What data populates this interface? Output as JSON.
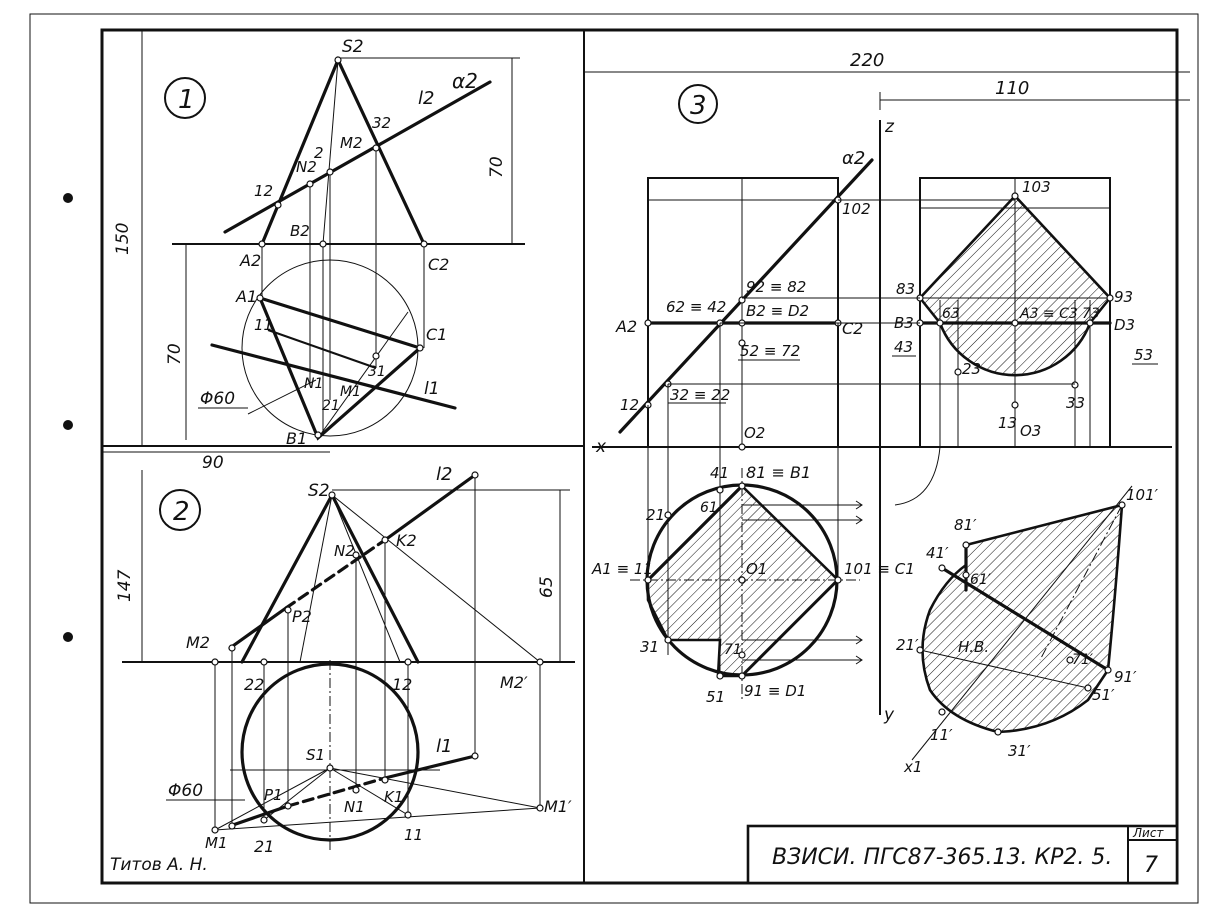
{
  "panels": {
    "p1": {
      "number": "1",
      "dim_150": "150",
      "dim_70_top": "70",
      "dim_70_left": "70",
      "diam": "Φ60",
      "dim_90": "90",
      "S2": "S2",
      "l2": "l2",
      "alpha2": "α2",
      "N2": "N2",
      "2": "2",
      "M2": "M2",
      "32": "32",
      "12": "12",
      "B2": "B2",
      "A2": "A2",
      "C2": "C2",
      "A1": "A1",
      "11": "11",
      "C1": "C1",
      "l1": "l1",
      "N1": "N1",
      "M1": "M1",
      "21": "21",
      "31": "31",
      "B1": "B1"
    },
    "p2": {
      "number": "2",
      "dim_147": "147",
      "dim_65": "65",
      "diam": "Φ60",
      "S2": "S2",
      "l2": "l2",
      "N2": "N2",
      "K2": "K2",
      "P2": "P2",
      "M2": "M2",
      "22": "22",
      "12": "12",
      "M2p": "M2′",
      "S1": "S1",
      "l1": "l1",
      "P1": "P1",
      "N1": "N1",
      "K1": "K1",
      "M1p": "M1′",
      "M1": "M1",
      "21": "21",
      "11": "11"
    },
    "p3": {
      "number": "3",
      "dim_220": "220",
      "dim_110": "110",
      "z": "z",
      "y": "y",
      "x": "x",
      "x1": "x1",
      "alpha2": "α2",
      "102": "102",
      "92_82": "92 ≡ 82",
      "62_42": "62 ≡ 42",
      "B2_D2": "B2 ≡ D2",
      "A2": "A2",
      "C2": "C2",
      "52_72": "52 ≡ 72",
      "12": "12",
      "32_22": "32 ≡ 22",
      "O2": "O2",
      "103": "103",
      "83": "83",
      "93": "93",
      "B3": "B3",
      "63": "63",
      "A3_C3": "A3 ≡ C3",
      "73": "73",
      "D3": "D3",
      "43": "43",
      "53": "53",
      "23": "23",
      "33": "33",
      "13": "13",
      "O3": "O3",
      "41": "41",
      "81_B1": "81 ≡ B1",
      "21": "21",
      "61": "61",
      "A1_11": "A1 ≡ 11",
      "O1": "O1",
      "101_C1": "101 ≡ C1",
      "31": "31",
      "71": "71",
      "51": "51",
      "91_D1": "91 ≡ D1",
      "81p": "81′",
      "101p": "101′",
      "41p": "41′",
      "61p": "61′",
      "NV": "Н.В.",
      "21p": "21′",
      "71p": "71′",
      "91p": "91′",
      "51p": "51′",
      "11p": "11′",
      "31p": "31′"
    }
  },
  "title_block": {
    "code": "ВЗИСИ. ПГС87-365.13. КР2. 5.",
    "sheet_label": "Лист",
    "sheet_number": "7",
    "author": "Титов А. Н."
  }
}
